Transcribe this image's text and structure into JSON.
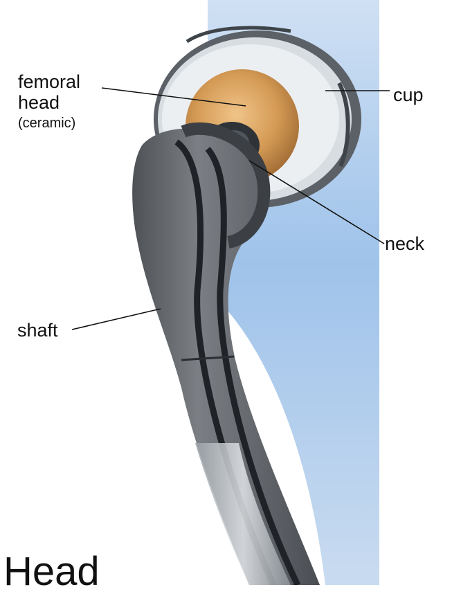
{
  "labels": {
    "femoral_head": "femoral\nhead",
    "femoral_head_note": "(ceramic)",
    "cup": "cup",
    "neck": "neck",
    "shaft": "shaft"
  },
  "slide_title": "Head",
  "colors": {
    "background_blue": "#9fc3ea",
    "implant_gray": "#6b6f74",
    "ceramic_head": "#d7a15f",
    "cup_liner": "#e9ecef"
  }
}
